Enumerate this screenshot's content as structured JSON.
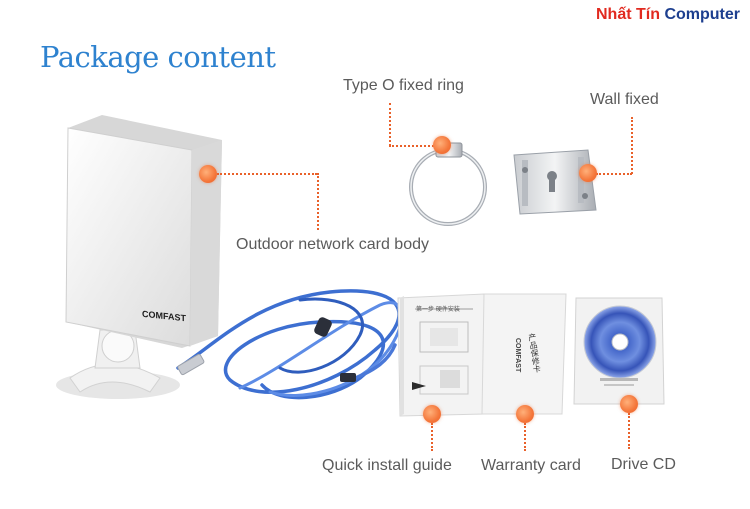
{
  "header": {
    "title": "Package content",
    "brand_part1": "Nhất Tín",
    "brand_part2": "Computer"
  },
  "items": {
    "ring_label": "Type O fixed ring",
    "wall_label": "Wall fixed",
    "body_label": "Outdoor network card body",
    "guide_label": "Quick install guide",
    "warranty_label": "Warranty card",
    "cd_label": "Drive CD"
  },
  "device": {
    "logo_text": "COMFAST",
    "guide_heading": "第一步  硬件安装",
    "card_title": "产品保修卡",
    "card_brand": "COMFAST"
  },
  "colors": {
    "title": "#2e82cf",
    "brand_red": "#e12a20",
    "brand_blue": "#1d3f8f",
    "callout_dot": "#f4763a",
    "cable": "#3d6fd1"
  }
}
